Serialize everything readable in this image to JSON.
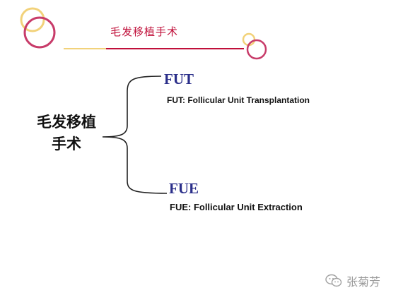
{
  "slide": {
    "header_title": "毛发移植手术",
    "main_label_line1": "毛发移植",
    "main_label_line2": "手术",
    "branches": [
      {
        "title": "FUT",
        "description": "FUT: Follicular Unit Transplantation"
      },
      {
        "title": "FUE",
        "description": "FUE: Follicular Unit Extraction"
      }
    ]
  },
  "watermark": {
    "text": "张菊芳",
    "icon": "wechat-bubble-icon"
  },
  "colors": {
    "header_text": "#c0103a",
    "branch_title": "#2b2f8a",
    "ring_pink": "#c83c6a",
    "ring_yellow": "#f2d27a",
    "rule": "#c0103a"
  }
}
